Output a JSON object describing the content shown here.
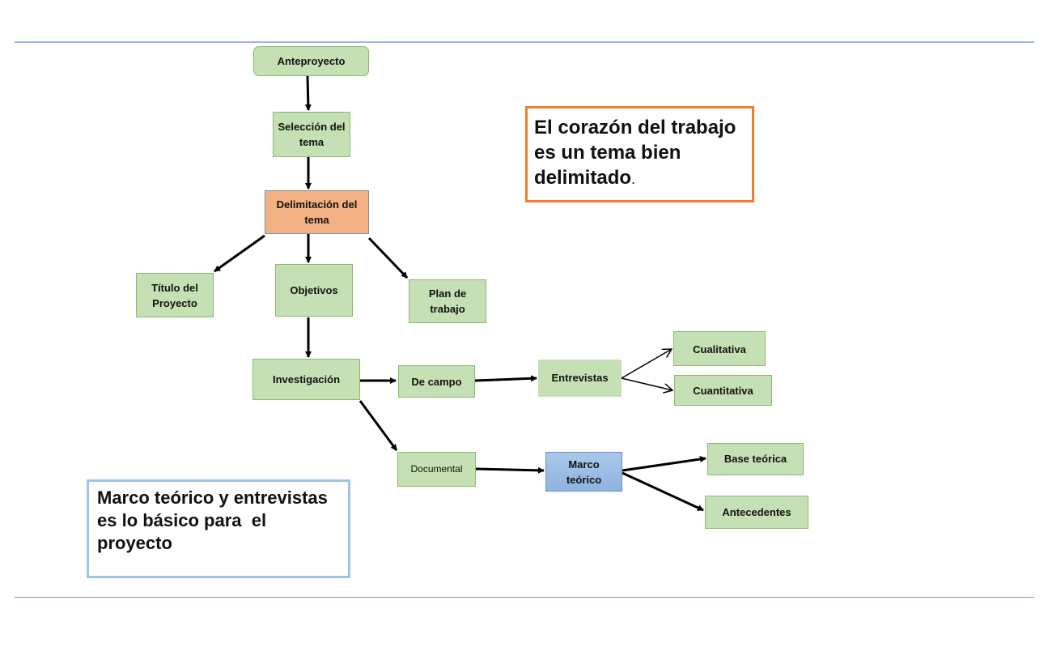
{
  "nodes": {
    "anteproyecto": "Anteproyecto",
    "seleccion": "Selección del tema",
    "delimitacion": "Delimitación del tema",
    "titulo": "Título del Proyecto",
    "objetivos": "Objetivos",
    "plan": "Plan de trabajo",
    "investigacion": "Investigación",
    "de_campo": "De campo",
    "entrevistas": "Entrevistas",
    "cualitativa": "Cualitativa",
    "cuantitativa": "Cuantitativa",
    "documental": "Documental",
    "marco": "Marco teórico",
    "base": "Base teórica",
    "antecedentes": "Antecedentes"
  },
  "callouts": {
    "heart": "El corazón del trabajo es un tema bien delimitado",
    "heart_period": ".",
    "basics": "Marco teórico y entrevistas es lo básico para  el proyecto"
  },
  "colors": {
    "node_fill": "#c5e0b4",
    "highlight_orange": "#f4b183",
    "highlight_blue": "#9dc3e6",
    "callout_orange_border": "#ed7d31",
    "callout_blue_border": "#9dc3e6",
    "rule": "#8eaadb"
  }
}
